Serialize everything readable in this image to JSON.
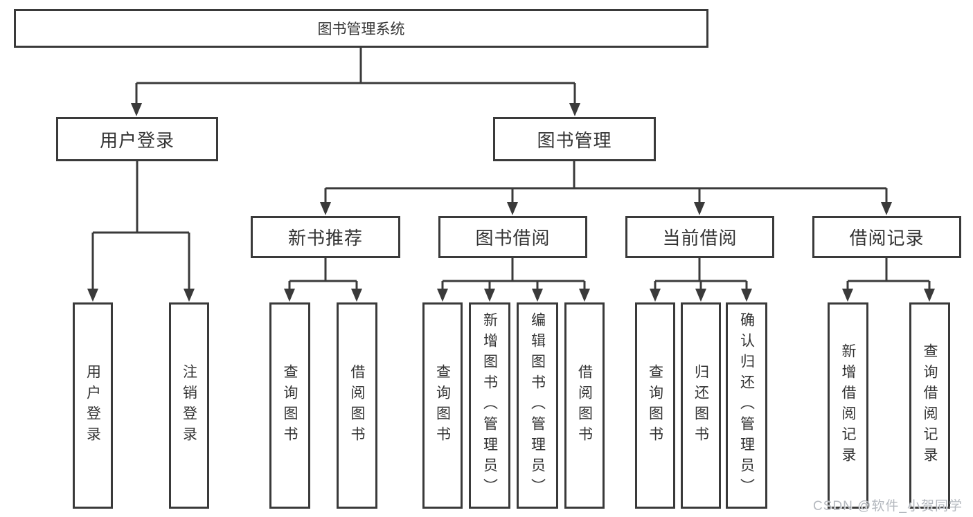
{
  "tree": {
    "label": "图书管理系统",
    "children": [
      {
        "label": "用户登录",
        "children": [
          {
            "label": "用户登录"
          },
          {
            "label": "注销登录"
          }
        ]
      },
      {
        "label": "图书管理",
        "children": [
          {
            "label": "新书推荐",
            "children": [
              {
                "label": "查询图书"
              },
              {
                "label": "借阅图书"
              }
            ]
          },
          {
            "label": "图书借阅",
            "children": [
              {
                "label": "查询图书"
              },
              {
                "label": "新增图书（管理员）"
              },
              {
                "label": "编辑图书（管理员）"
              },
              {
                "label": "借阅图书"
              }
            ]
          },
          {
            "label": "当前借阅",
            "children": [
              {
                "label": "查询图书"
              },
              {
                "label": "归还图书"
              },
              {
                "label": "确认归还（管理员）"
              }
            ]
          },
          {
            "label": "借阅记录",
            "children": [
              {
                "label": "新增借阅记录"
              },
              {
                "label": "查询借阅记录"
              }
            ]
          }
        ]
      }
    ]
  },
  "watermark": {
    "text": "CSDN @软件_小贺同学"
  },
  "colors": {
    "line_color": "#3a3a3a",
    "text_color": "#333333",
    "box_border": "#3a3a3a",
    "background": "#ffffff",
    "watermark": "#b5b9bf"
  }
}
